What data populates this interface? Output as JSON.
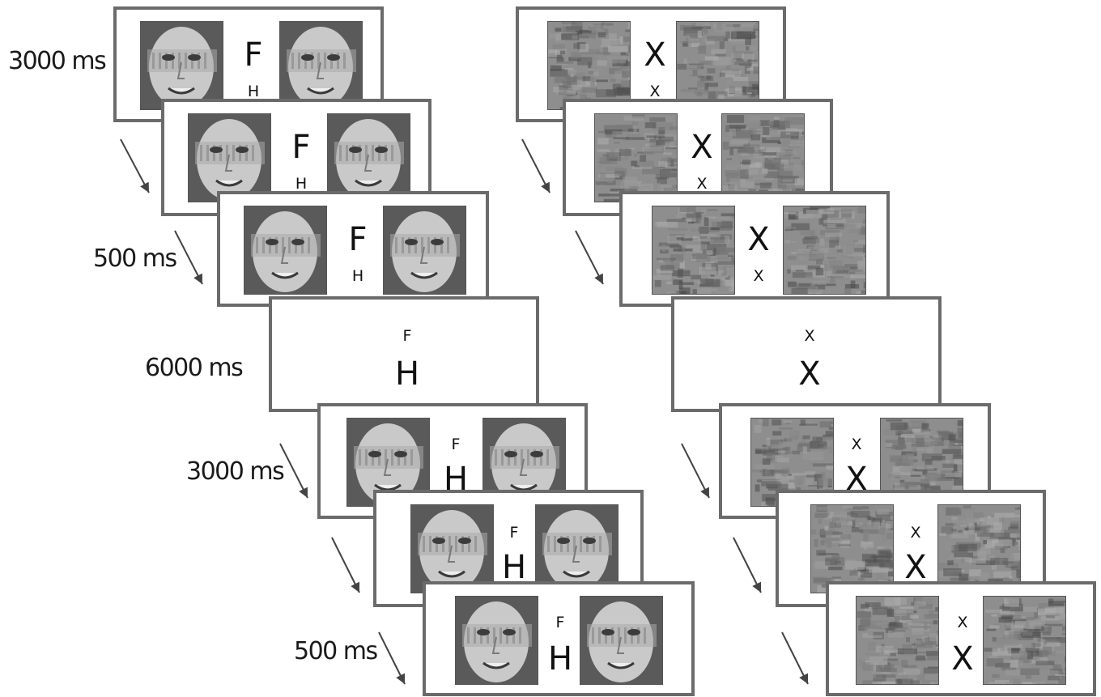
{
  "timings": {
    "t1": "3000 ms",
    "t2": "500 ms",
    "t3": "6000 ms",
    "t4": "3000 ms",
    "t5": "500 ms"
  },
  "left_column": {
    "block1": {
      "large": "F",
      "small": "H",
      "images": [
        "face",
        "face"
      ]
    },
    "fixation": {
      "small": "F",
      "large": "H"
    },
    "block2": {
      "small": "F",
      "large": "H",
      "images": [
        "face",
        "face"
      ]
    }
  },
  "right_column": {
    "block1": {
      "large": "X",
      "small": "X",
      "images": [
        "noise",
        "noise"
      ]
    },
    "fixation": {
      "small": "X",
      "large": "X"
    },
    "block2": {
      "small": "X",
      "large": "X",
      "images": [
        "noise",
        "noise"
      ]
    }
  },
  "colors": {
    "frame": "#6b6b6b",
    "arrow": "#444444",
    "text": "#111111"
  }
}
